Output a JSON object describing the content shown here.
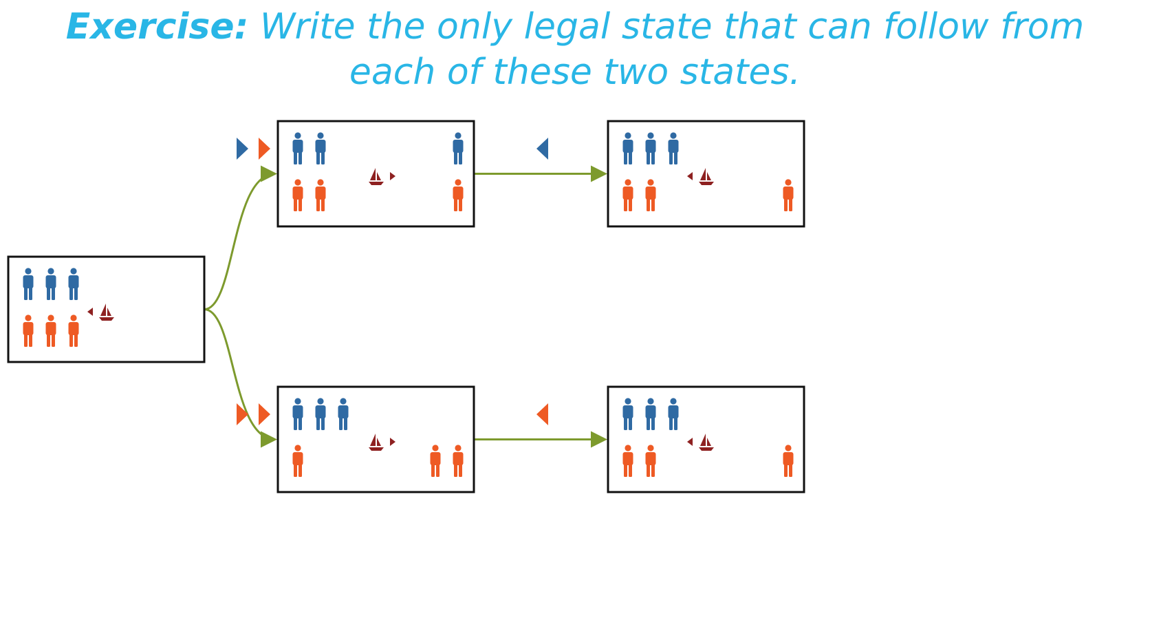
{
  "title": {
    "label": "Exercise:",
    "line1": "Write the only legal state that can follow from",
    "line2": "each of these two states."
  },
  "colors": {
    "title": "#29b6e6",
    "missionary": "#2f6aa3",
    "cannibal": "#ee5a24",
    "boat": "#8e2121",
    "edge": "#7d9a2d",
    "frame": "#111111"
  },
  "icons": {
    "missionary": "person-icon",
    "cannibal": "person-icon",
    "boat": "boat-icon",
    "boat_direction": "triangle-icon",
    "passenger_marker": "triangle-icon"
  },
  "states": [
    {
      "id": "start",
      "left": {
        "missionaries": 3,
        "cannibals": 3
      },
      "right": {
        "missionaries": 0,
        "cannibals": 0
      },
      "boat_side": "left",
      "boat_heading": "left"
    },
    {
      "id": "top-mid",
      "left": {
        "missionaries": 2,
        "cannibals": 2
      },
      "right": {
        "missionaries": 1,
        "cannibals": 1
      },
      "boat_side": "right",
      "boat_heading": "right"
    },
    {
      "id": "top-right",
      "left": {
        "missionaries": 3,
        "cannibals": 2
      },
      "right": {
        "missionaries": 0,
        "cannibals": 1
      },
      "boat_side": "left",
      "boat_heading": "left"
    },
    {
      "id": "bottom-mid",
      "left": {
        "missionaries": 3,
        "cannibals": 1
      },
      "right": {
        "missionaries": 0,
        "cannibals": 2
      },
      "boat_side": "right",
      "boat_heading": "right"
    },
    {
      "id": "bottom-right",
      "left": {
        "missionaries": 3,
        "cannibals": 2
      },
      "right": {
        "missionaries": 0,
        "cannibals": 1
      },
      "boat_side": "left",
      "boat_heading": "left"
    }
  ],
  "transitions": [
    {
      "from": "start",
      "to": "top-mid",
      "passengers": [
        "missionary",
        "cannibal"
      ],
      "marker_direction": "right"
    },
    {
      "from": "start",
      "to": "bottom-mid",
      "passengers": [
        "cannibal",
        "cannibal"
      ],
      "marker_direction": "right"
    },
    {
      "from": "top-mid",
      "to": "top-right",
      "passengers": [
        "missionary"
      ],
      "marker_direction": "left"
    },
    {
      "from": "bottom-mid",
      "to": "bottom-right",
      "passengers": [
        "cannibal"
      ],
      "marker_direction": "left"
    }
  ]
}
